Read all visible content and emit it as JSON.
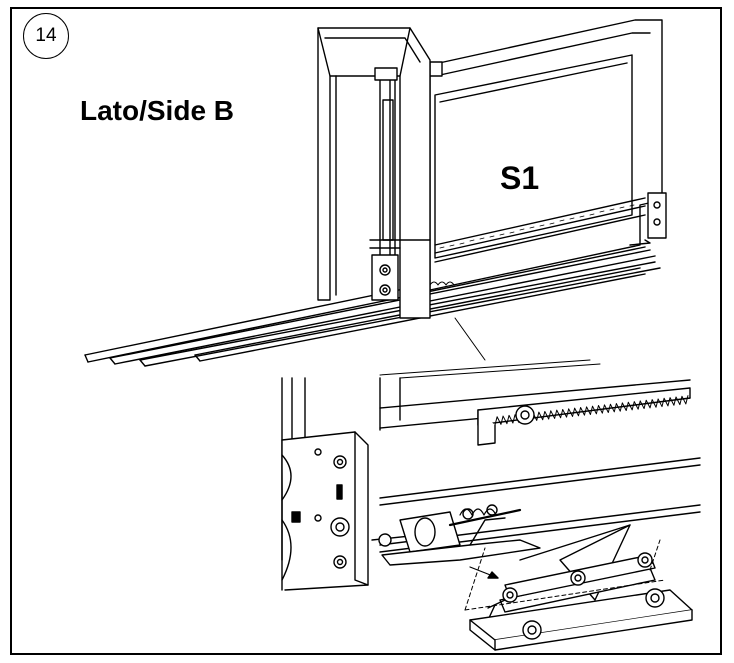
{
  "figure": {
    "step_number": "14",
    "side_label": "Lato/Side B",
    "part_label": "S1"
  },
  "colors": {
    "line": "#000000",
    "background": "#ffffff",
    "shade": "#d9d9d9"
  }
}
